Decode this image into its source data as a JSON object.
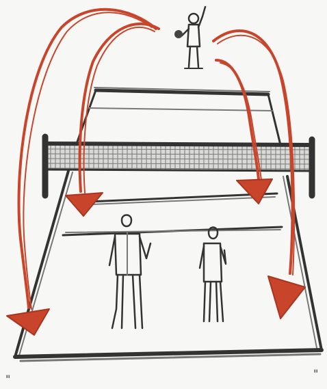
{
  "colors": {
    "background": "#f7f7f5",
    "pencil": "#333333",
    "arrow": "#c8452b"
  },
  "corner_marks": {
    "left": "\"",
    "right": "\""
  },
  "figures": [
    "server-figure",
    "receiver-player-left",
    "receiver-player-right"
  ],
  "serve_arrows": [
    "arrow-far-left",
    "arrow-mid-left",
    "arrow-mid-right",
    "arrow-far-right"
  ]
}
